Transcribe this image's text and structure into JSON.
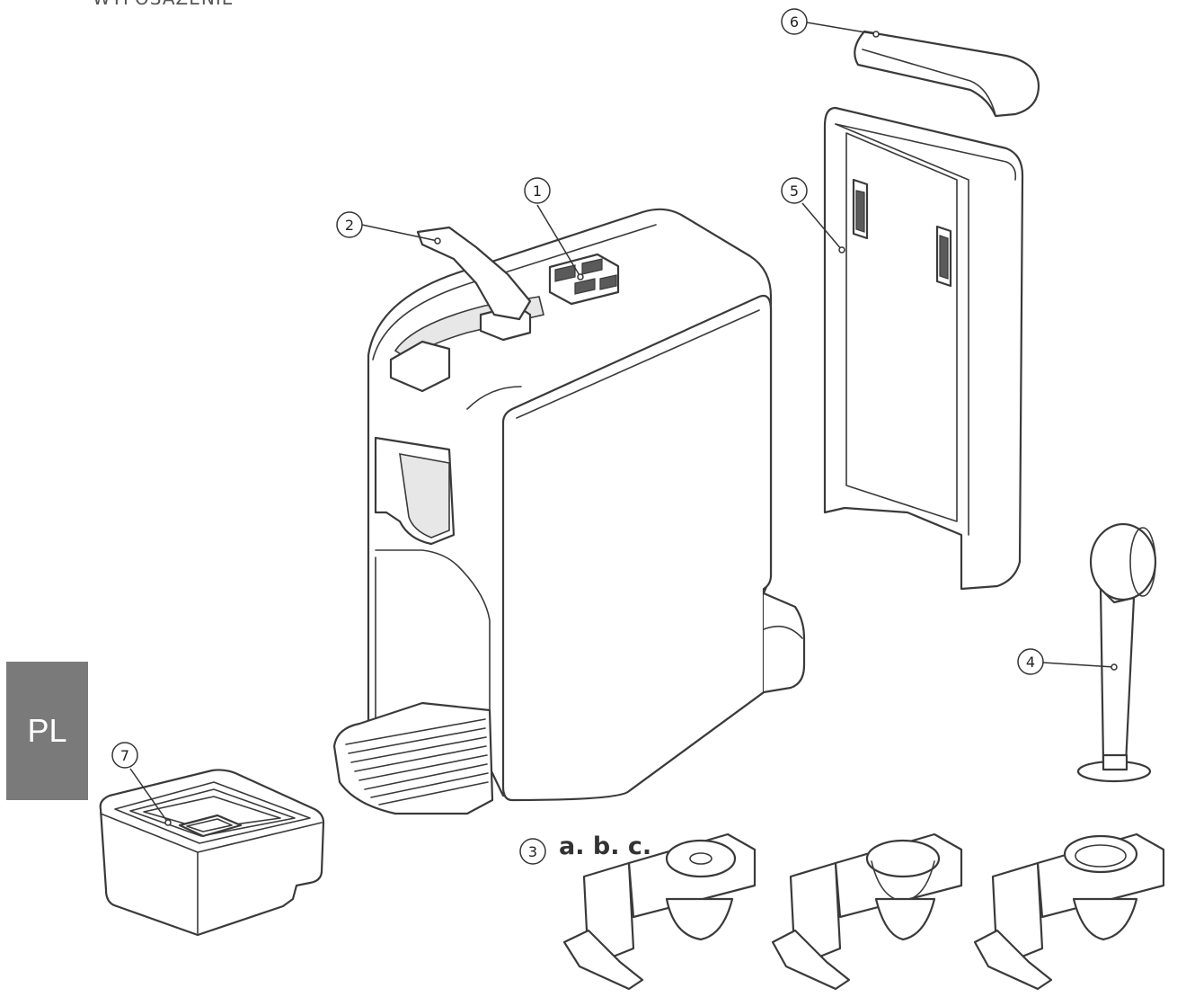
{
  "top_heading": "WYPOSAŻENIE",
  "language_tab": "PL",
  "lang_tab_color": "#7a7a7a",
  "callouts": [
    "1",
    "2",
    "3",
    "4",
    "5",
    "6",
    "7"
  ],
  "variant_label": "a. b. c."
}
